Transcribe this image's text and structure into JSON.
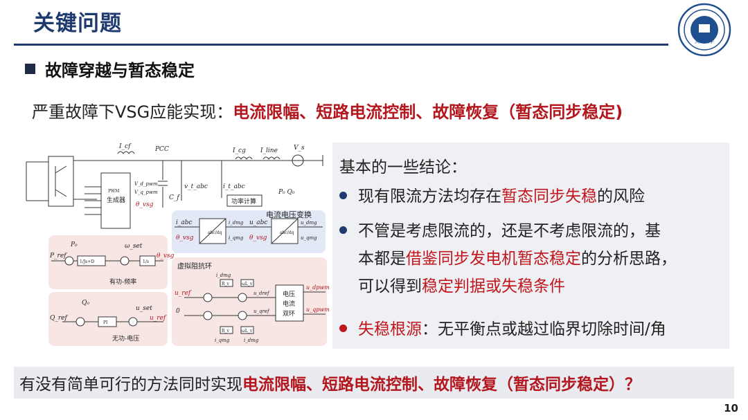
{
  "title": "关键问题",
  "logo_text": "天津大学",
  "section_title": "故障穿越与暂态稳定",
  "lead": {
    "prefix": "严重故障下VSG应能实现：",
    "highlight": "电流限幅、短路电流控制、故障恢复（暂态同步稳定)"
  },
  "diagram": {
    "labels": {
      "lcf": "I_cf",
      "pcc": "PCC",
      "lcg": "I_cg",
      "lline": "I_line",
      "vs": "V_s",
      "vt_abc": "v_t_abc",
      "it_abc": "i_t_abc",
      "cf": "C_f",
      "pwm": "PWM",
      "pwm_gen": "生成器",
      "vd_pwm": "V_d_pwm",
      "vq_pwm": "V_q_pwm",
      "theta_vsg": "θ_vsg",
      "power_calc": "功率计算",
      "p0q0": "P₀ Q₀",
      "transform_title": "电流电压变换",
      "abc_dq": "abc/dq",
      "i_abc": "i_abc",
      "theta_vsg2": "θ_vsg",
      "i_dmg": "i_dmg",
      "i_qmg": "i_qmg",
      "u_abc": "u_abc",
      "theta_vsg3": "θ_vsg",
      "u_dmg": "u_dmg",
      "u_qmg": "u_qmg",
      "p0": "P₀",
      "pref": "P_ref",
      "omega_set": "ω_set",
      "js_d": "1/Js+D",
      "one_s": "1/s",
      "theta_vsg4": "θ_vsg",
      "active_freq": "有功-频率",
      "virtual_imp": "虚拟阻抗环",
      "q0": "Q₀",
      "qref": "Q_ref",
      "pi": "PI",
      "u_set": "u_set",
      "u_ref": "u_ref",
      "reactive_volt": "无功-电压",
      "i_dmg2": "i_dmg",
      "rv": "R_v",
      "omega_lv": "ωL_v",
      "u_ref2": "u_ref",
      "zero": "0",
      "u_dref": "u_dref",
      "u_qref": "u_qref",
      "i_qmg2": "i_qmg",
      "rv2": "R_v",
      "omega_lv2": "ωL_v",
      "i_dmg3": "i_dmg",
      "cur_volt": "电压",
      "cur_loop": "电流",
      "dual_loop": "双环",
      "u_dpwm": "u_dpwm",
      "u_qpwm": "u_qpwm"
    }
  },
  "conclusions": {
    "heading": "基本的一些结论：",
    "b1": {
      "pre": "现有限流方法均存在",
      "red": "暂态同步失稳",
      "post": "的风险"
    },
    "b2": {
      "line1": "不管是考虑限流的，还是不考虑限流的，基",
      "line2_pre": "本都是",
      "line2_red": "借鉴同步发电机暂态稳定",
      "line2_post": "的分析思路，",
      "line3_pre": "可以得到",
      "line3_red": "稳定判据或失稳条件"
    },
    "b3": {
      "red": "失稳根源",
      "post": "：无平衡点或越过临界切除时间/角"
    }
  },
  "question": {
    "prefix": "有没有简单可行的方法同时实现",
    "highlight": "电流限幅、短路电流控制、故障恢复（暂态同步稳定）？"
  },
  "page_number": "10",
  "colors": {
    "title": "#1f3a6e",
    "red": "#b3161c",
    "panel": "#eef0f4"
  }
}
